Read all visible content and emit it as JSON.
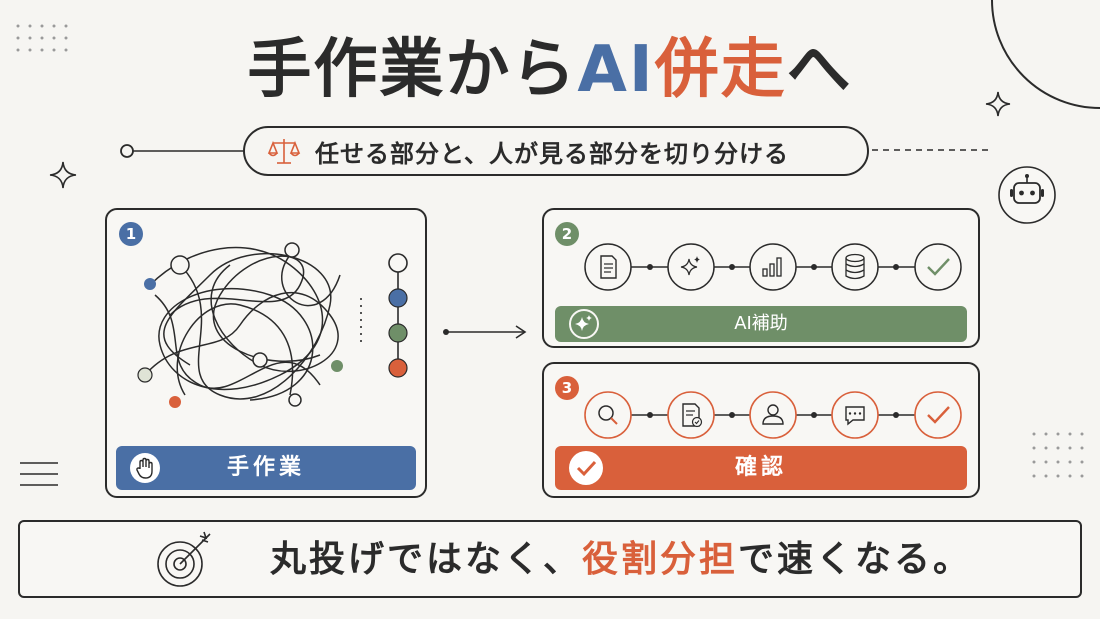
{
  "title": {
    "part1": "手作業から",
    "part2": "AI",
    "part3": "併走",
    "part4": "へ"
  },
  "subtitle": "任せる部分と、人が見る部分を切り分ける",
  "steps": {
    "manual": {
      "number": "1",
      "label": "手作業"
    },
    "ai": {
      "number": "2",
      "label": "AI補助"
    },
    "check": {
      "number": "3",
      "label": "確認"
    }
  },
  "ai_flow_icons": [
    "document-icon",
    "sparkle-icon",
    "bar-chart-icon",
    "database-icon",
    "check-icon"
  ],
  "check_flow_icons": [
    "search-icon",
    "checklist-icon",
    "person-icon",
    "chat-icon",
    "check-icon"
  ],
  "banner": {
    "part1": "丸投げではなく、",
    "part2": "役割分担",
    "part3": "で速くなる。"
  },
  "colors": {
    "blue": "#4a6fa5",
    "green": "#6f8f68",
    "orange": "#d9603b",
    "dark": "#2b2b2b",
    "background": "#f6f5f2"
  }
}
